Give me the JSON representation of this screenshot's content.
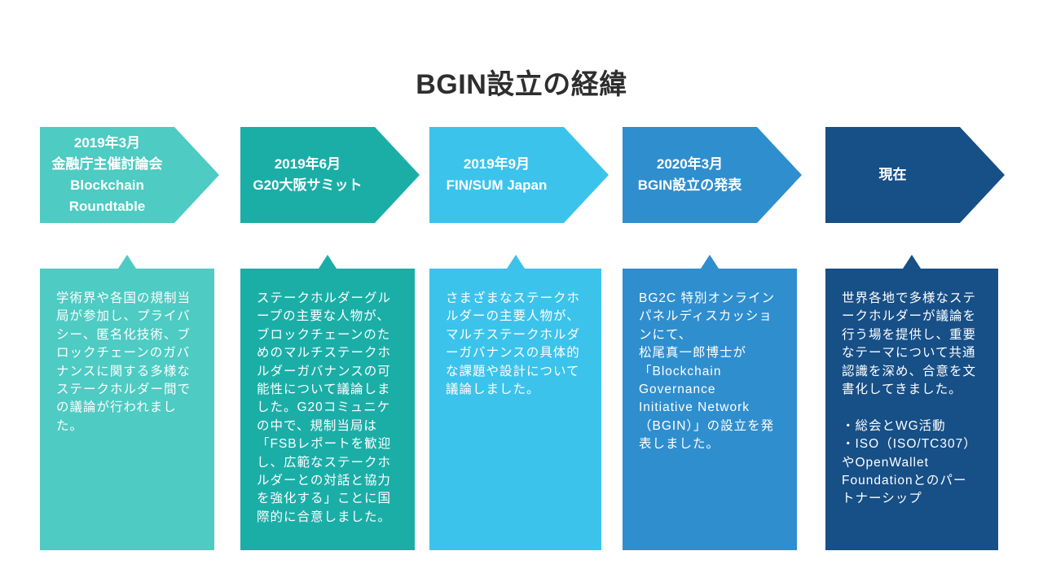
{
  "title": "BGIN設立の経緯",
  "timeline": {
    "items": [
      {
        "id": "stage-1",
        "color": "#4ECBC2",
        "header_lines": [
          "2019年3月",
          "金融庁主催討論会",
          "Blockchain",
          "Roundtable"
        ],
        "body_lines": [
          "学術界や各国の規制当",
          "局が参加し、プライバ",
          "シー、匿名化技術、ブ",
          "ロックチェーンのガバ",
          "ナンスに関する多様な",
          "ステークホルダー間で",
          "の議論が行われまし",
          "た。"
        ]
      },
      {
        "id": "stage-2",
        "color": "#1BAEA7",
        "header_lines": [
          "2019年6月",
          "G20大阪サミット"
        ],
        "body_lines": [
          "ステークホルダーグル",
          "ープの主要な人物が、",
          "ブロックチェーンのた",
          "めのマルチステークホ",
          "ルダーガバナンスの可",
          "能性について議論しま",
          "した。G20コミュニケ",
          "の中で、規制当局は",
          "「FSBレポートを歓迎",
          "し、広範なステークホ",
          "ルダーとの対話と協力",
          "を強化する」ことに国",
          "際的に合意しました。"
        ]
      },
      {
        "id": "stage-3",
        "color": "#3CC3EC",
        "header_lines": [
          "2019年9月",
          "FIN/SUM Japan"
        ],
        "body_lines": [
          "さまざまなステークホ",
          "ルダーの主要人物が、",
          "マルチステークホルダ",
          "ーガバナンスの具体的",
          "な課題や設計について",
          "議論しました。"
        ]
      },
      {
        "id": "stage-4",
        "color": "#2F8ECE",
        "header_lines": [
          "2020年3月",
          "BGIN設立の発表"
        ],
        "body_lines": [
          "BG2C 特別オンライン",
          "パネルディスカッショ",
          "ンにて、",
          "松尾真一郎博士が",
          "「Blockchain",
          "Governance",
          "Initiative Network",
          "（BGIN）」の設立を発",
          "表しました。"
        ]
      },
      {
        "id": "stage-5",
        "color": "#174F87",
        "header_lines": [
          "現在"
        ],
        "body_lines": [
          "世界各地で多様なステ",
          "ークホルダーが議論を",
          "行う場を提供し、重要",
          "なテーマについて共通",
          "認識を深め、合意を文",
          "書化してきました。",
          "",
          "・総会とWG活動",
          "・ISO（ISO/TC307）",
          "やOpenWallet",
          "Foundationとのパー",
          "トナーシップ"
        ]
      }
    ]
  }
}
